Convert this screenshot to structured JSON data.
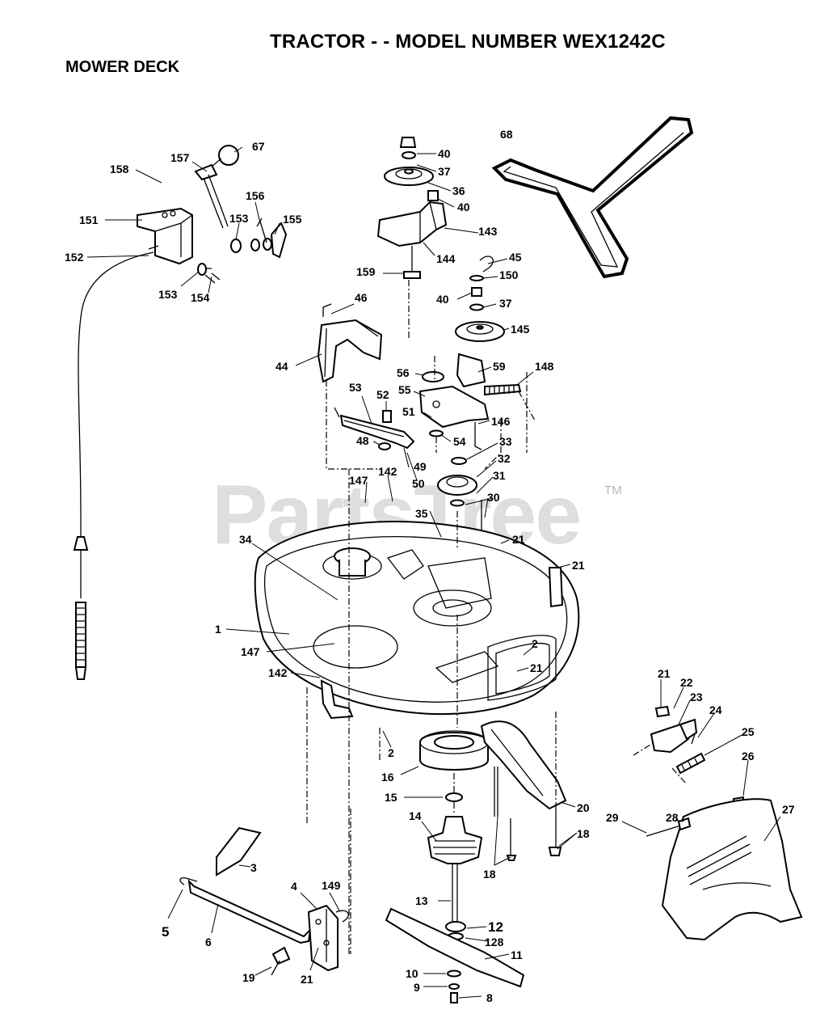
{
  "header": {
    "title": "TRACTOR - - MODEL NUMBER WEX1242C",
    "section": "MOWER DECK"
  },
  "watermark": {
    "text": "PartsTree",
    "trademark": "TM"
  },
  "callouts": [
    {
      "id": "67"
    },
    {
      "id": "157"
    },
    {
      "id": "158"
    },
    {
      "id": "156"
    },
    {
      "id": "151"
    },
    {
      "id": "153"
    },
    {
      "id": "155"
    },
    {
      "id": "152"
    },
    {
      "id": "153"
    },
    {
      "id": "154"
    },
    {
      "id": "40"
    },
    {
      "id": "37"
    },
    {
      "id": "36"
    },
    {
      "id": "40"
    },
    {
      "id": "143"
    },
    {
      "id": "144"
    },
    {
      "id": "159"
    },
    {
      "id": "68"
    },
    {
      "id": "45"
    },
    {
      "id": "150"
    },
    {
      "id": "40"
    },
    {
      "id": "37"
    },
    {
      "id": "145"
    },
    {
      "id": "46"
    },
    {
      "id": "44"
    },
    {
      "id": "56"
    },
    {
      "id": "59"
    },
    {
      "id": "148"
    },
    {
      "id": "53"
    },
    {
      "id": "52"
    },
    {
      "id": "55"
    },
    {
      "id": "51"
    },
    {
      "id": "146"
    },
    {
      "id": "48"
    },
    {
      "id": "54"
    },
    {
      "id": "33"
    },
    {
      "id": "49"
    },
    {
      "id": "32"
    },
    {
      "id": "142"
    },
    {
      "id": "50"
    },
    {
      "id": "31"
    },
    {
      "id": "147"
    },
    {
      "id": "30"
    },
    {
      "id": "35"
    },
    {
      "id": "34"
    },
    {
      "id": "21"
    },
    {
      "id": "21"
    },
    {
      "id": "1"
    },
    {
      "id": "2"
    },
    {
      "id": "147"
    },
    {
      "id": "21"
    },
    {
      "id": "142"
    },
    {
      "id": "21"
    },
    {
      "id": "22"
    },
    {
      "id": "23"
    },
    {
      "id": "24"
    },
    {
      "id": "25"
    },
    {
      "id": "2"
    },
    {
      "id": "26"
    },
    {
      "id": "16"
    },
    {
      "id": "15"
    },
    {
      "id": "20"
    },
    {
      "id": "28"
    },
    {
      "id": "27"
    },
    {
      "id": "29"
    },
    {
      "id": "14"
    },
    {
      "id": "18"
    },
    {
      "id": "18"
    },
    {
      "id": "3"
    },
    {
      "id": "149"
    },
    {
      "id": "4"
    },
    {
      "id": "13"
    },
    {
      "id": "5"
    },
    {
      "id": "6"
    },
    {
      "id": "12"
    },
    {
      "id": "128"
    },
    {
      "id": "11"
    },
    {
      "id": "19"
    },
    {
      "id": "21"
    },
    {
      "id": "10"
    },
    {
      "id": "9"
    },
    {
      "id": "8"
    }
  ]
}
